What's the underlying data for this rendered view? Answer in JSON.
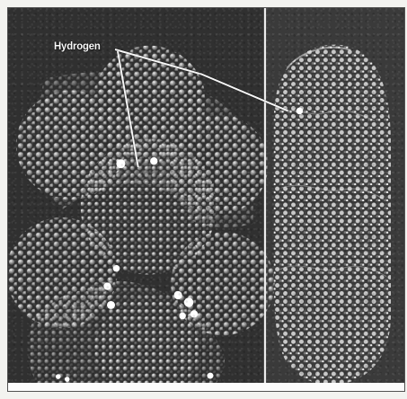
{
  "labels": {
    "hydrogen": "Hydrogen"
  },
  "colors": {
    "background": "#343434",
    "atom_light": "#d7d7d7",
    "atom_mid": "#9d9d9d",
    "atom_dark": "#5b5b5b",
    "highlight": "#ffffff"
  },
  "icons": {
    "left_structure": "molecular-packing-diagram",
    "right_structure": "elongated-molecular-model"
  }
}
